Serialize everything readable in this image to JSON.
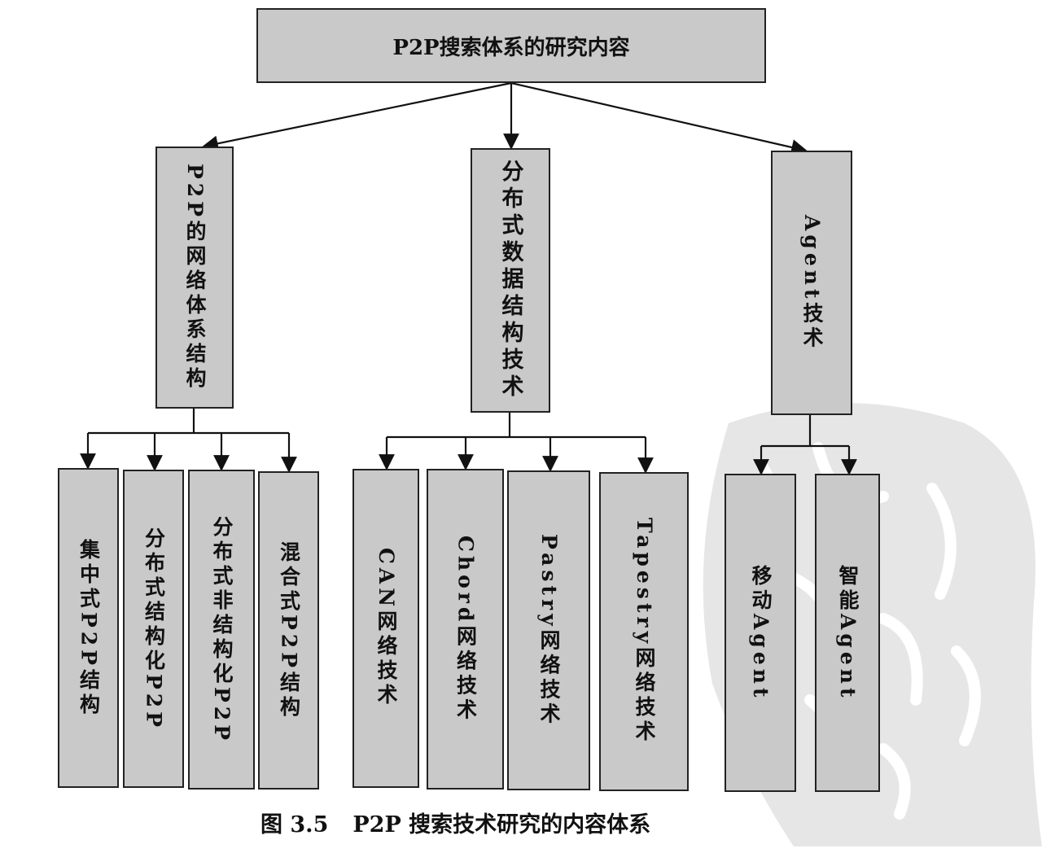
{
  "root": "P2P搜索体系的研究内容",
  "branches": [
    {
      "label": "P2P的网络体系结构",
      "children": [
        "集中式P2P结构",
        "分布式结构化P2P",
        "分布式非结构化P2P",
        "混合式P2P结构"
      ]
    },
    {
      "label": "分布式数据结构技术",
      "children": [
        "CAN网络技术",
        "Chord网络技术",
        "Pastry网络技术",
        "Tapestry网络技术"
      ]
    },
    {
      "label": "Agent技术",
      "children": [
        "移动Agent",
        "智能Agent"
      ]
    }
  ],
  "caption": {
    "number": "图 3.5",
    "title": "P2P 搜索技术研究的内容体系"
  },
  "colors": {
    "box_fill": "#c9c9c9",
    "border": "#222222",
    "seal": "#e6e6e6"
  }
}
